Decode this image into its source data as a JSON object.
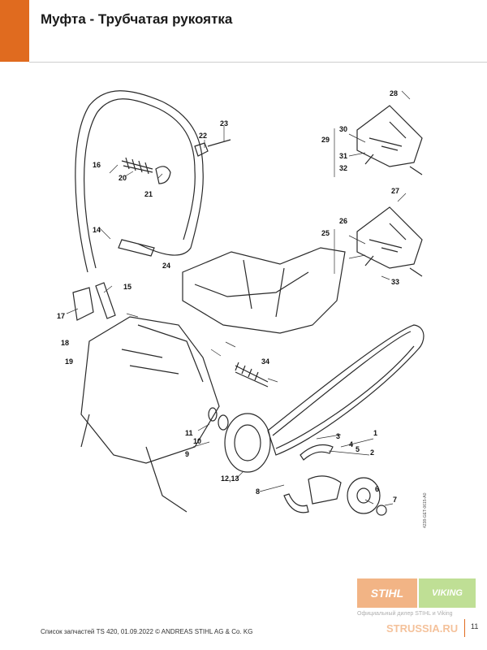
{
  "header": {
    "title": "Муфта - Трубчатая рукоятка",
    "accent_color": "#e06b1f"
  },
  "diagram": {
    "callouts": [
      "1",
      "2",
      "3",
      "4",
      "5",
      "6",
      "7",
      "8",
      "9",
      "10",
      "11",
      "12,13",
      "14",
      "15",
      "16",
      "17",
      "18",
      "19",
      "20",
      "21",
      "22",
      "23",
      "24",
      "25",
      "26",
      "27",
      "28",
      "29",
      "30",
      "31",
      "32",
      "33",
      "34"
    ],
    "side_code": "4238-GET-0615-A0"
  },
  "footer": {
    "text": "Список запчастей TS 420, 01.09.2022 © ANDREAS STIHL AG & Co. KG",
    "page": "11"
  },
  "watermark": {
    "stihl": "STIHL",
    "viking": "VIKING",
    "dealer": "Официальный дилер STIHL и Viking",
    "site": "STRUSSIA.RU",
    "stihl_color": "#e87722",
    "viking_color": "#8cc63f"
  }
}
